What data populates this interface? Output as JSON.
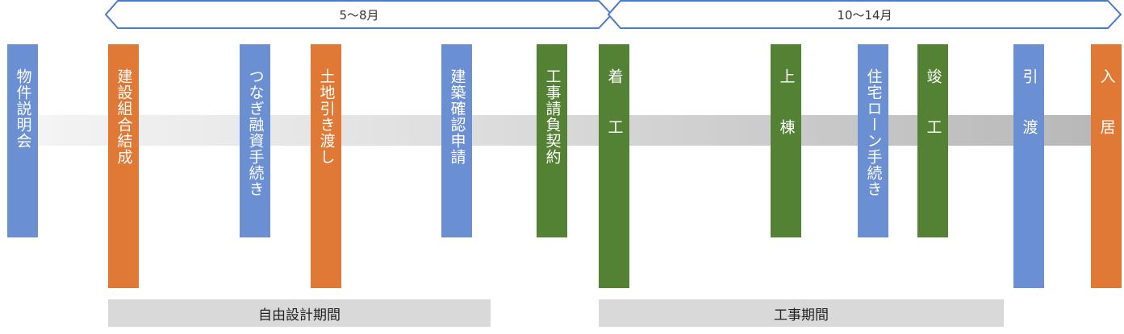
{
  "colors": {
    "blue": "#6a8fd2",
    "orange": "#e07936",
    "green": "#548235",
    "arrow_stroke": "#4a7bc8",
    "period_box": "#d9d9d9"
  },
  "arrows": [
    {
      "label": "5～8月"
    },
    {
      "label": "10～14月"
    }
  ],
  "steps": [
    {
      "label": "物件説明会",
      "color": "blue"
    },
    {
      "label": "建設組合結成",
      "color": "orange"
    },
    {
      "label": "つなぎ融資手続き",
      "color": "blue"
    },
    {
      "label": "土地引き渡し",
      "color": "orange"
    },
    {
      "label": "建築確認申請",
      "color": "blue"
    },
    {
      "label": "工事請負契約",
      "color": "green"
    },
    {
      "label": "着工",
      "color": "green"
    },
    {
      "label": "上棟",
      "color": "green"
    },
    {
      "label": "住宅ローン手続き",
      "color": "blue"
    },
    {
      "label": "竣工",
      "color": "green"
    },
    {
      "label": "引渡",
      "color": "blue"
    },
    {
      "label": "入居",
      "color": "orange"
    }
  ],
  "periods": [
    {
      "label": "自由設計期間"
    },
    {
      "label": "工事期間"
    }
  ]
}
